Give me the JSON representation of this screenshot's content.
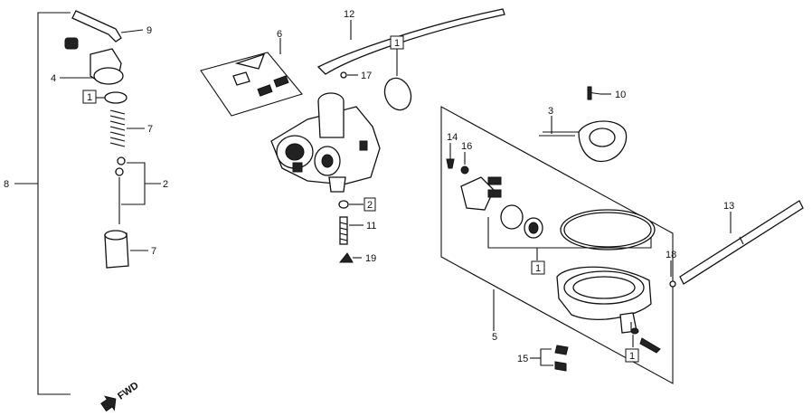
{
  "callouts": {
    "c1": "1",
    "c1b": "1",
    "c1c": "1",
    "c1d": "1",
    "c2": "2",
    "c2b": "2",
    "c3": "3",
    "c4": "4",
    "c5": "5",
    "c6": "6",
    "c7": "7",
    "c7b": "7",
    "c8": "8",
    "c9": "9",
    "c10": "10",
    "c11": "11",
    "c12": "12",
    "c13": "13",
    "c14": "14",
    "c15": "15",
    "c16": "16",
    "c17": "17",
    "c18": "18",
    "c19": "19"
  },
  "direction_marker": {
    "label": "FWD",
    "icon": "forward-arrow-icon"
  },
  "colors": {
    "ink": "#111111",
    "paper": "#ffffff"
  }
}
